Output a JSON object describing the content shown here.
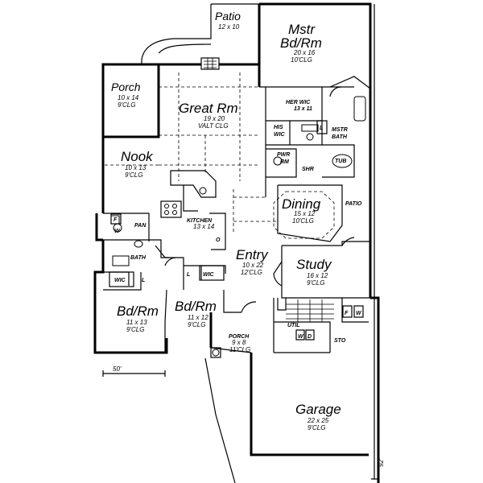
{
  "rooms": {
    "patio_top": {
      "name": "Patio",
      "dims": "12 x 10"
    },
    "master_bed": {
      "name1": "Mstr",
      "name2": "Bd/Rm",
      "dims": "20 x 16",
      "ceiling": "10'CLG"
    },
    "porch_rear": {
      "name": "Porch",
      "dims": "10 x 14",
      "ceiling": "9'CLG"
    },
    "great_room": {
      "name": "Great Rm",
      "dims": "19 x 20",
      "ceiling": "VALT CLG"
    },
    "her_wic": {
      "name": "HER WIC",
      "dims": "13 x 11"
    },
    "his_wic": {
      "name1": "HIS",
      "name2": "WIC"
    },
    "mstr_bath": {
      "name1": "MSTR",
      "name2": "BATH"
    },
    "pwr_rm": {
      "name1": "PWR",
      "name2": "RM"
    },
    "shr": {
      "name": "SHR"
    },
    "tub": {
      "name": "TUB"
    },
    "nook": {
      "name": "Nook",
      "dims": "10 x 13",
      "ceiling": "9'CLG"
    },
    "dining": {
      "name": "Dining",
      "dims": "15 x 12",
      "ceiling": "10'CLG"
    },
    "patio_side": {
      "name": "PATIO"
    },
    "kitchen": {
      "name": "KITCHEN",
      "dims": "13 x 14"
    },
    "pan": {
      "name": "PAN"
    },
    "bath": {
      "name": "BATH"
    },
    "entry": {
      "name": "Entry",
      "dims": "10 x 22",
      "ceiling": "12'CLG"
    },
    "study": {
      "name": "Study",
      "dims": "16 x 12",
      "ceiling": "9'CLG"
    },
    "wic_left": {
      "name": "WIC"
    },
    "wic_right": {
      "name": "WIC"
    },
    "bed_left": {
      "name": "Bd/Rm",
      "dims": "11 x 13",
      "ceiling": "9'CLG"
    },
    "bed_mid": {
      "name": "Bd/Rm",
      "dims": "11 x 12",
      "ceiling": "9'CLG"
    },
    "porch_front": {
      "name": "PORCH",
      "dims": "9 x 8",
      "ceiling": "11'CLG"
    },
    "util": {
      "name": "UTIL"
    },
    "sto": {
      "name": "STO"
    },
    "garage": {
      "name": "Garage",
      "dims": "22 x 25",
      "ceiling": "9'CLG"
    }
  },
  "fixtures": {
    "linen_f": "L",
    "fridge": "F",
    "washer": "W",
    "util_w": "W",
    "util_d": "D",
    "garage_f": "F",
    "garage_w": "W",
    "wic_l_left": "L",
    "wic_l_mid": "L",
    "oven": "O"
  },
  "dimensions": {
    "width": "50'",
    "depth": "92'"
  }
}
